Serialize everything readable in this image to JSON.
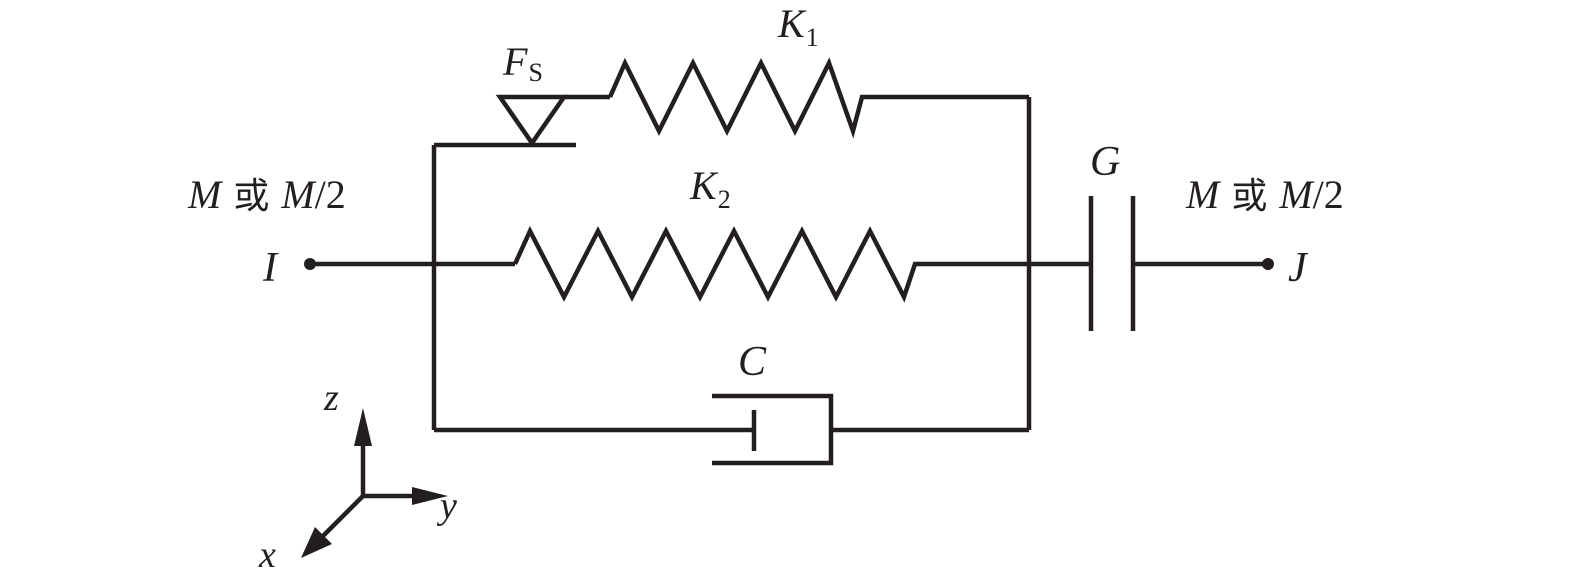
{
  "labels": {
    "friction": {
      "main": "F",
      "sub": "S"
    },
    "spring1": {
      "main": "K",
      "sub": "1"
    },
    "spring2": {
      "main": "K",
      "sub": "2"
    },
    "gap": "G",
    "damper": "C",
    "node_i": "I",
    "node_j": "J",
    "mass_left": {
      "m1": "M",
      "or": "或",
      "m2": "M",
      "div": "/2"
    },
    "mass_right": {
      "m1": "M",
      "or": "或",
      "m2": "M",
      "div": "/2"
    },
    "axes": {
      "z": "z",
      "y": "y",
      "x": "x"
    }
  }
}
